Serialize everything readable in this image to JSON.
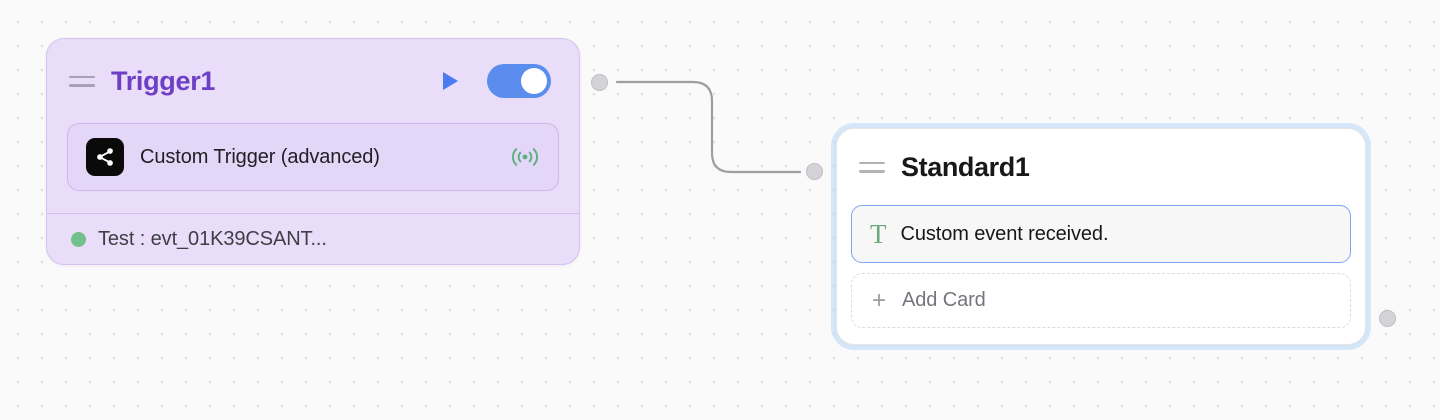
{
  "canvas": {
    "background_color": "#fafafa",
    "grid_dot_color": "#e4e4e7"
  },
  "trigger_node": {
    "title": "Trigger1",
    "accent_color": "#6d3fc4",
    "background_color": "#e9ddf9",
    "drag_handle_icon": "drag-handle-icon",
    "play_icon": "play-icon",
    "play_color": "#4a7bf0",
    "toggle": {
      "state": "on",
      "color": "#5b8def"
    },
    "card": {
      "app_icon": "share-nodes-icon",
      "app_icon_bg": "#0a0a0a",
      "label": "Custom Trigger (advanced)",
      "status_icon": "broadcast-signal-icon",
      "status_icon_color": "#57b07e"
    },
    "footer": {
      "status_dot_color": "#72c08a",
      "text": "Test : evt_01K39CSANT..."
    }
  },
  "standard_node": {
    "title": "Standard1",
    "drag_handle_icon": "drag-handle-icon",
    "selection_ring_color": "#b2d3fa",
    "text_card": {
      "icon": "text-T-icon",
      "icon_color": "#6aa87e",
      "label": "Custom event received.",
      "border_color": "#7aa7f0"
    },
    "add_card": {
      "icon": "plus-icon",
      "label": "Add Card"
    }
  },
  "edge": {
    "stroke_color": "#9e9e9e",
    "handle_color": "#d4d4d8"
  }
}
